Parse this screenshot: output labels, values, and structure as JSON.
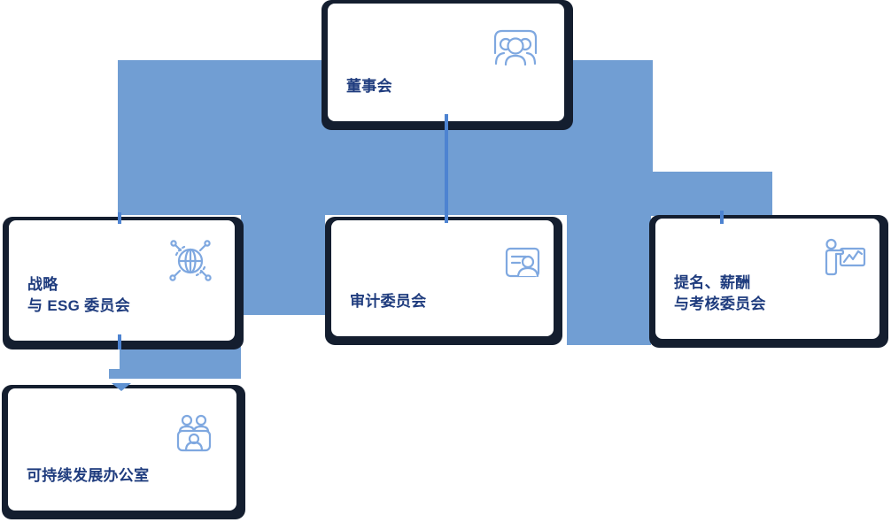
{
  "palette": {
    "connector_band": "#719ed3",
    "connector_line": "#4d83d1",
    "arrow": "#5f92d2",
    "card_border": "#141e2f",
    "label_text": "#1f3c7e",
    "icon_stroke": "#7fa8e0"
  },
  "org_chart": {
    "nodes": [
      {
        "id": "board",
        "label_lines": [
          "董事会"
        ],
        "icon": "people-meeting-icon"
      },
      {
        "id": "strategy-esg",
        "label_lines": [
          "战略",
          "与 ESG 委员会"
        ],
        "icon": "globe-network-icon"
      },
      {
        "id": "audit",
        "label_lines": [
          "审计委员会"
        ],
        "icon": "id-card-person-icon"
      },
      {
        "id": "nomination-remuneration",
        "label_lines": [
          "提名、薪酬",
          "与考核委员会"
        ],
        "icon": "presenter-chart-icon"
      },
      {
        "id": "sustainability-office",
        "label_lines": [
          "可持续发展办公室"
        ],
        "icon": "office-team-icon"
      }
    ],
    "edges": [
      {
        "from": "董事会",
        "to": "战略 与 ESG 委员会"
      },
      {
        "from": "董事会",
        "to": "审计委员会"
      },
      {
        "from": "董事会",
        "to": "提名、薪酬 与考核委员会"
      },
      {
        "from": "战略 与 ESG 委员会",
        "to": "可持续发展办公室"
      }
    ]
  }
}
